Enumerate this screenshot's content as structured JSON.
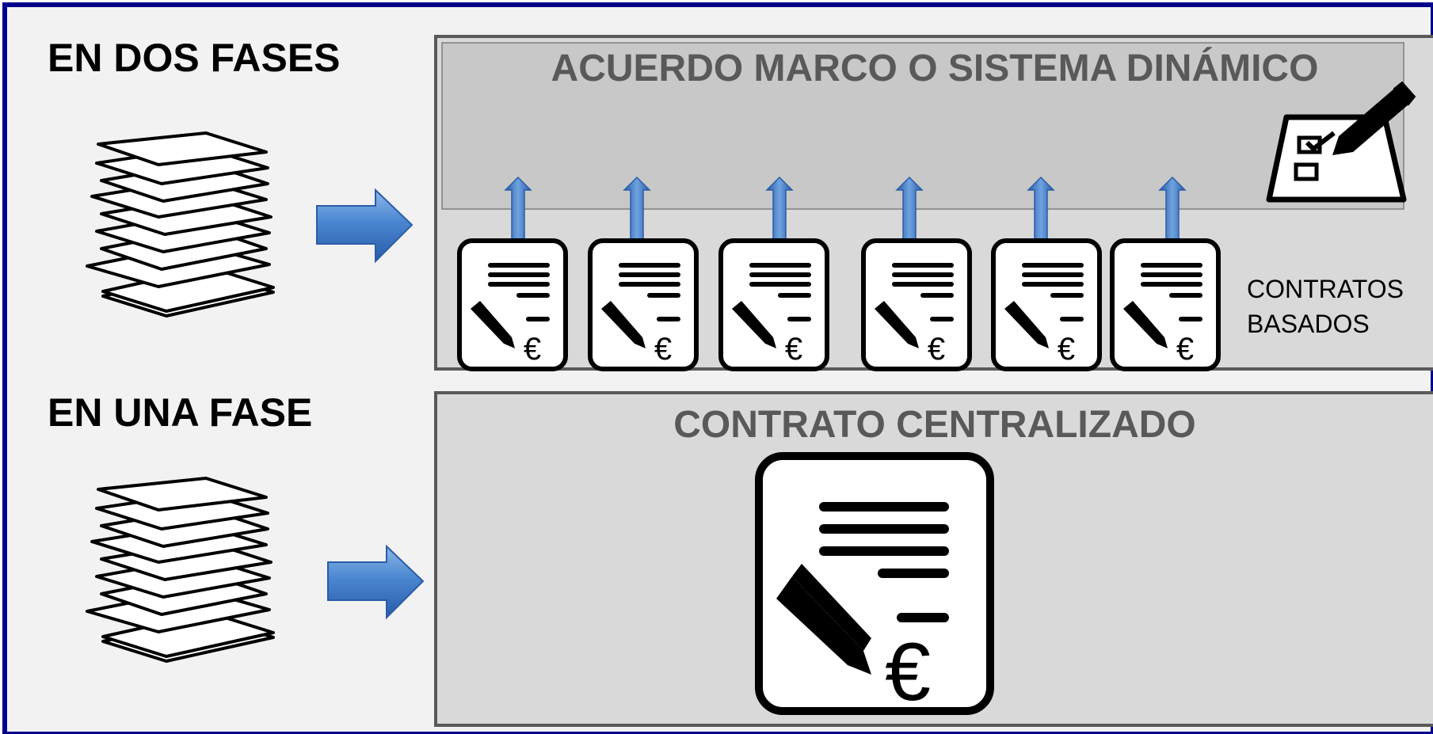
{
  "phases": {
    "two_phase_heading": "EN DOS FASES",
    "one_phase_heading": "EN UNA FASE"
  },
  "framework_panel": {
    "title": "ACUERDO MARCO O SISTEMA DINÁMICO",
    "contracts_label_line1": "CONTRATOS",
    "contracts_label_line2": "BASADOS"
  },
  "centralized_panel": {
    "title": "CONTRATO CENTRALIZADO"
  },
  "symbols": {
    "currency": "€"
  },
  "colors": {
    "frame_border": "#00008B",
    "page_background": "#F2F2F2",
    "framework_header_fill": "#C8C8C8",
    "centralized_fill": "#D9D9D9",
    "panel_border": "#595959",
    "title_text": "#595959",
    "arrow_blue": "#3A75C4"
  }
}
